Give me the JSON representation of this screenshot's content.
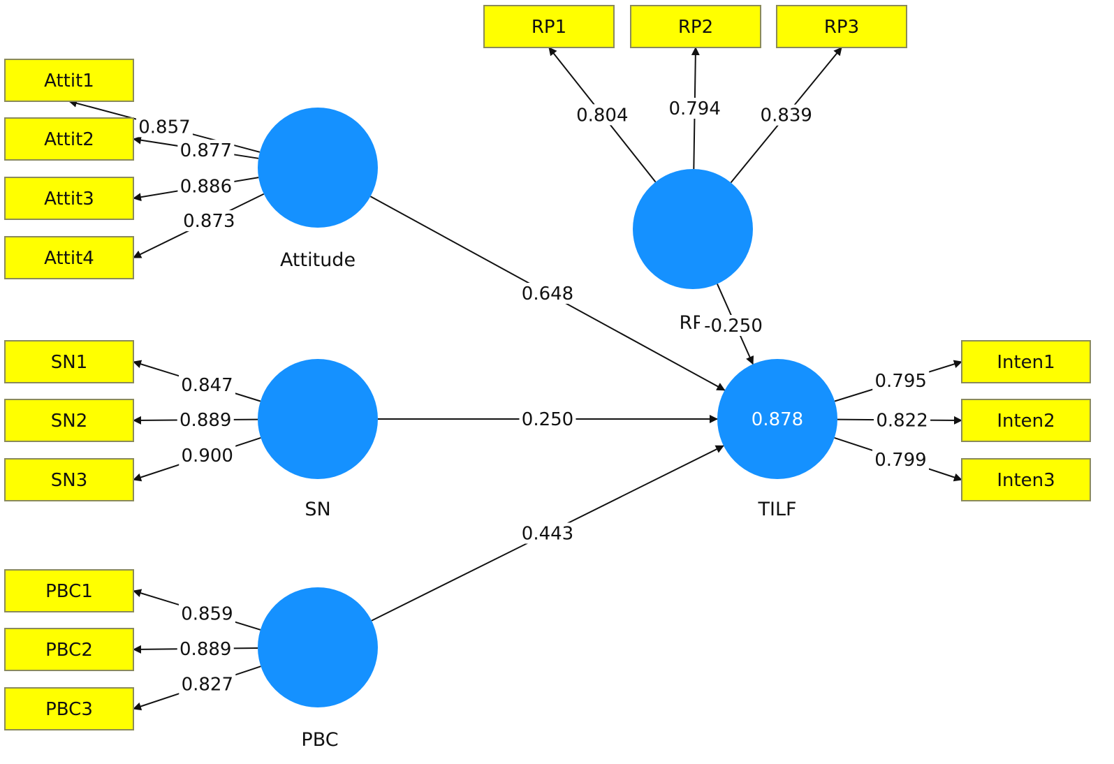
{
  "diagram": {
    "latent_variables": [
      {
        "id": "Attitude",
        "label": "Attitude",
        "r2": ""
      },
      {
        "id": "SN",
        "label": "SN",
        "r2": ""
      },
      {
        "id": "PBC",
        "label": "PBC",
        "r2": ""
      },
      {
        "id": "RP",
        "label": "RP",
        "r2": ""
      },
      {
        "id": "TILF",
        "label": "TILF",
        "r2": "0.878"
      }
    ],
    "indicators": [
      {
        "id": "Attit1",
        "label": "Attit1",
        "construct": "Attitude",
        "loading": "0.857"
      },
      {
        "id": "Attit2",
        "label": "Attit2",
        "construct": "Attitude",
        "loading": "0.877"
      },
      {
        "id": "Attit3",
        "label": "Attit3",
        "construct": "Attitude",
        "loading": "0.886"
      },
      {
        "id": "Attit4",
        "label": "Attit4",
        "construct": "Attitude",
        "loading": "0.873"
      },
      {
        "id": "SN1",
        "label": "SN1",
        "construct": "SN",
        "loading": "0.847"
      },
      {
        "id": "SN2",
        "label": "SN2",
        "construct": "SN",
        "loading": "0.889"
      },
      {
        "id": "SN3",
        "label": "SN3",
        "construct": "SN",
        "loading": "0.900"
      },
      {
        "id": "PBC1",
        "label": "PBC1",
        "construct": "PBC",
        "loading": "0.859"
      },
      {
        "id": "PBC2",
        "label": "PBC2",
        "construct": "PBC",
        "loading": "0.889"
      },
      {
        "id": "PBC3",
        "label": "PBC3",
        "construct": "PBC",
        "loading": "0.827"
      },
      {
        "id": "RP1",
        "label": "RP1",
        "construct": "RP",
        "loading": "0.804"
      },
      {
        "id": "RP2",
        "label": "RP2",
        "construct": "RP",
        "loading": "0.794"
      },
      {
        "id": "RP3",
        "label": "RP3",
        "construct": "RP",
        "loading": "0.839"
      },
      {
        "id": "Inten1",
        "label": "Inten1",
        "construct": "TILF",
        "loading": "0.795"
      },
      {
        "id": "Inten2",
        "label": "Inten2",
        "construct": "TILF",
        "loading": "0.822"
      },
      {
        "id": "Inten3",
        "label": "Inten3",
        "construct": "TILF",
        "loading": "0.799"
      }
    ],
    "paths": [
      {
        "from": "Attitude",
        "to": "TILF",
        "coefficient": "0.648"
      },
      {
        "from": "SN",
        "to": "TILF",
        "coefficient": "0.250"
      },
      {
        "from": "PBC",
        "to": "TILF",
        "coefficient": "0.443"
      },
      {
        "from": "RP",
        "to": "TILF",
        "coefficient": "-0.250"
      }
    ],
    "colors": {
      "latent_fill": "#1591ff",
      "indicator_fill": "#ffff00",
      "edge": "#111111"
    }
  }
}
